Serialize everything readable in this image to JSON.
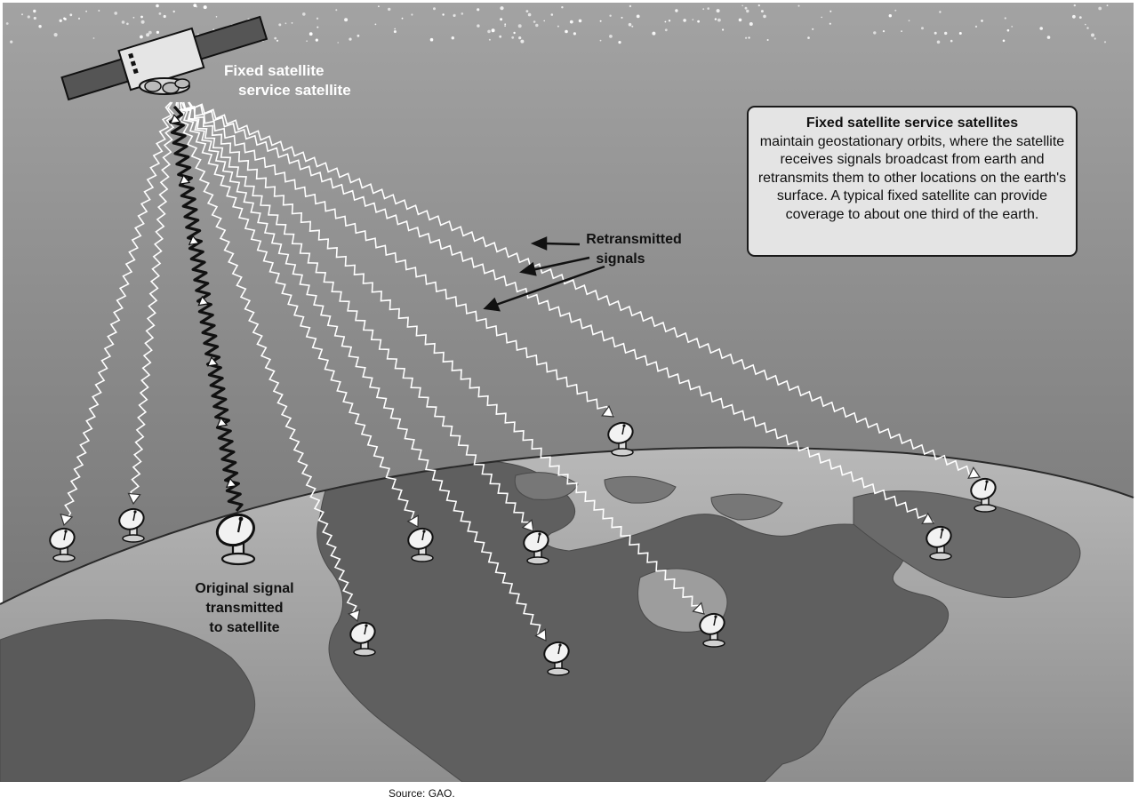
{
  "satellite_label": {
    "line1": "Fixed satellite",
    "line2": "service satellite"
  },
  "retransmitted_label": {
    "line1": "Retransmitted",
    "line2": "signals"
  },
  "original_label": {
    "line1": "Original signal",
    "line2": "transmitted",
    "line3": "to satellite"
  },
  "info_box": {
    "title": "Fixed satellite service satellites",
    "body": "maintain geostationary orbits, where the satellite receives signals broadcast from earth and retransmits them to other locations on the earth's surface. A typical fixed satellite can provide coverage to about one third of the earth."
  },
  "source": "Source: GAO.",
  "colors": {
    "sky_top": "#9a9a9a",
    "sky_bottom": "#6e6e6e",
    "ocean": "#a9a9a9",
    "land": "#5e5e5e",
    "signal_stroke": "#ffffff",
    "uplink_stroke": "#111111"
  }
}
